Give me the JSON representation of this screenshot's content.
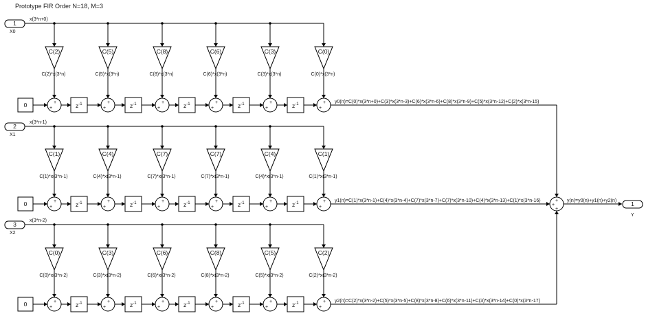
{
  "title": "Prototype FIR Order N=18, M=3",
  "inports": [
    {
      "num": "1",
      "name": "X0",
      "signal": "x(3*n+0)"
    },
    {
      "num": "2",
      "name": "X1",
      "signal": "x(3*n-1)"
    },
    {
      "num": "3",
      "name": "X2",
      "signal": "x(3*n-2)"
    }
  ],
  "rows": [
    {
      "gains": [
        "C(2)",
        "C(5)",
        "C(8)",
        "C(6)",
        "C(3)",
        "C(0)"
      ],
      "gain_outputs": [
        "C(2)*x(3*n)",
        "C(5)*x(3*n)",
        "C(8)*x(3*n)",
        "C(6)*x(3*n)",
        "C(3)*x(3*n)",
        "C(0)*x(3*n)"
      ],
      "output_expr": "y0(n)=C(0)*x(3*n+0)+C(3)*x(3*n-3)+C(6)*x(3*n-6)+C(8)*x(3*n-9)+C(5)*x(3*n-12)+C(2)*x(3*n-15)"
    },
    {
      "gains": [
        "C(1)",
        "C(4)",
        "C(7)",
        "C(7)",
        "C(4)",
        "C(1)"
      ],
      "gain_outputs": [
        "C(1)*x(3*n-1)",
        "C(4)*x(3*n-1)",
        "C(7)*x(3*n-1)",
        "C(7)*x(3*n-1)",
        "C(4)*x(3*n-1)",
        "C(1)*x(3*n-1)"
      ],
      "output_expr": "y1(n)=C(1)*x(3*n-1)+C(4)*x(3*n-4)+C(7)*x(3*n-7)+C(7)*x(3*n-10)+C(4)*x(3*n-13)+C(1)*x(3*n-16)"
    },
    {
      "gains": [
        "C(0)",
        "C(3)",
        "C(6)",
        "C(8)",
        "C(5)",
        "C(2)"
      ],
      "gain_outputs": [
        "C(0)*x(3*n-2)",
        "C(3)*x(3*n-2)",
        "C(6)*x(3*n-2)",
        "C(8)*x(3*n-2)",
        "C(5)*x(3*n-2)",
        "C(2)*x(3*n-2)"
      ],
      "output_expr": "y2(n)=C(2)*x(3*n-2)+C(5)*x(3*n-5)+C(8)*x(3*n-8)+C(6)*x(3*n-11)+C(3)*x(3*n-14)+C(0)*x(3*n-17)"
    }
  ],
  "constant_value": "0",
  "delay_label": "z",
  "delay_exponent": "-1",
  "plus": "+",
  "final_sum_expr": "y(n)=y0(n)+y1(n)+y2(n)",
  "outport": {
    "num": "1",
    "name": "Y"
  }
}
